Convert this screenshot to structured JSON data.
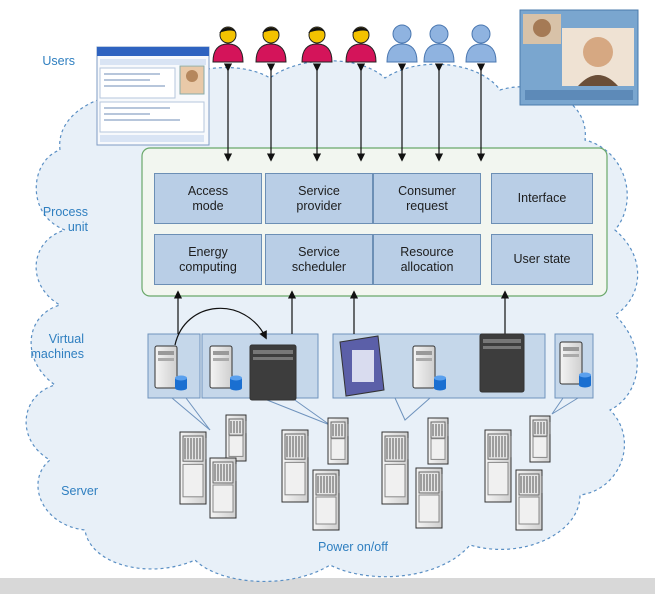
{
  "labels": {
    "users": "Users",
    "process_unit": "Process\nunit",
    "virtual_machines": "Virtual\nmachines",
    "server": "Server",
    "power": "Power on/off"
  },
  "process_boxes": [
    {
      "text": "Access\nmode"
    },
    {
      "text": "Service\nprovider"
    },
    {
      "text": "Consumer\nrequest"
    },
    {
      "text": "Interface"
    },
    {
      "text": "Energy\ncomputing"
    },
    {
      "text": "Service\nscheduler"
    },
    {
      "text": "Resource\nallocation"
    },
    {
      "text": "User state"
    }
  ],
  "users": {
    "pink_count": 4,
    "blue_count": 3
  },
  "colors": {
    "cloud_fill": "#e8f0f8",
    "cloud_border": "#5a8fc4",
    "process_panel": "#f2f6f0",
    "process_border": "#6aa86a",
    "box_fill": "#b9cee6",
    "label": "#2f7fc0",
    "pink_user": "#d4145a",
    "blue_user": "#8fb3e0"
  }
}
